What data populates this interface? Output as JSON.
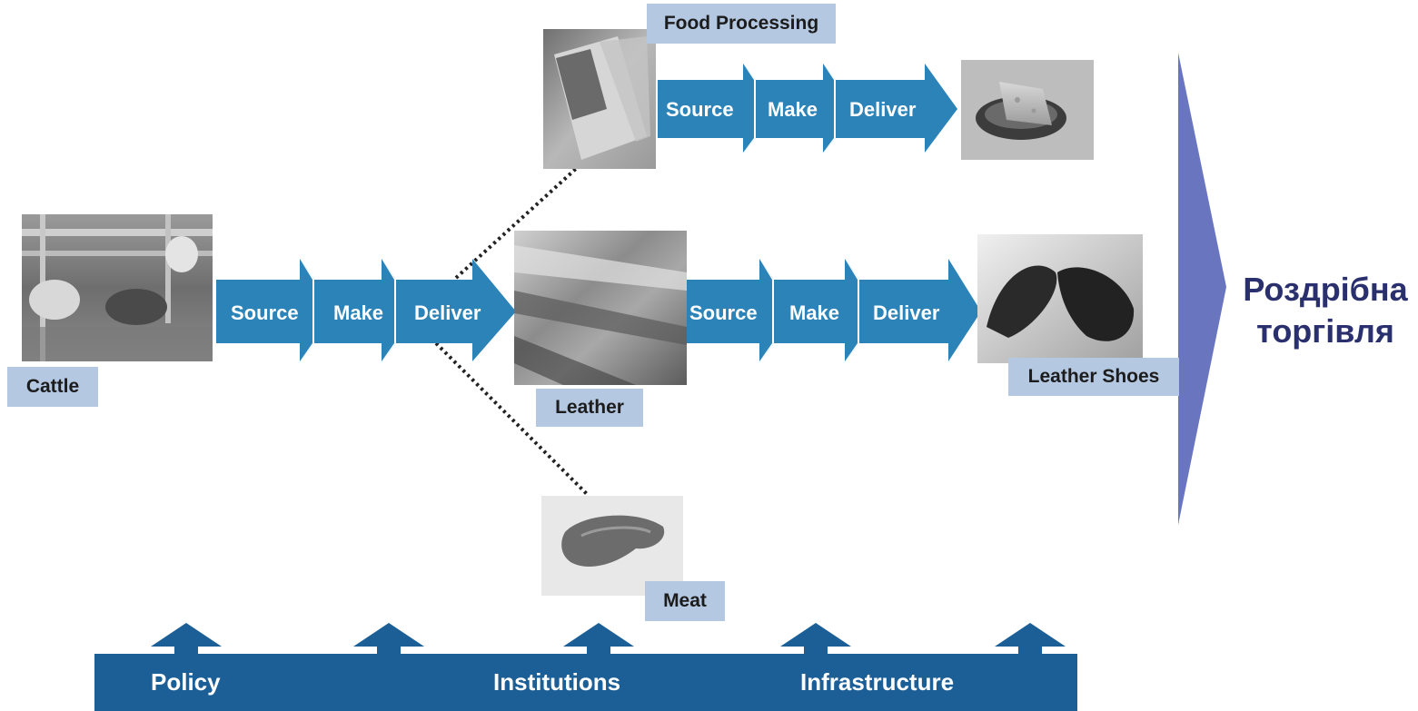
{
  "colors": {
    "arrow_blue": "#2c83b8",
    "base_blue": "#1c5f97",
    "label_bg": "#b4c8e2",
    "retail_triangle": "#6a75bf",
    "retail_text": "#2a2f6e"
  },
  "nodes": {
    "cattle": "Cattle",
    "leather": "Leather",
    "food_processing": "Food Processing",
    "leather_shoes": "Leather Shoes",
    "meat": "Meat"
  },
  "chain_cattle": {
    "source": "Source",
    "make": "Make",
    "deliver": "Deliver"
  },
  "chain_food": {
    "source": "Source",
    "make": "Make",
    "deliver": "Deliver"
  },
  "chain_leather": {
    "source": "Source",
    "make": "Make",
    "deliver": "Deliver"
  },
  "retail": {
    "line1": "Роздрібна",
    "line2": "торгівля"
  },
  "foundation": {
    "policy": "Policy",
    "institutions": "Institutions",
    "infrastructure": "Infrastructure"
  }
}
